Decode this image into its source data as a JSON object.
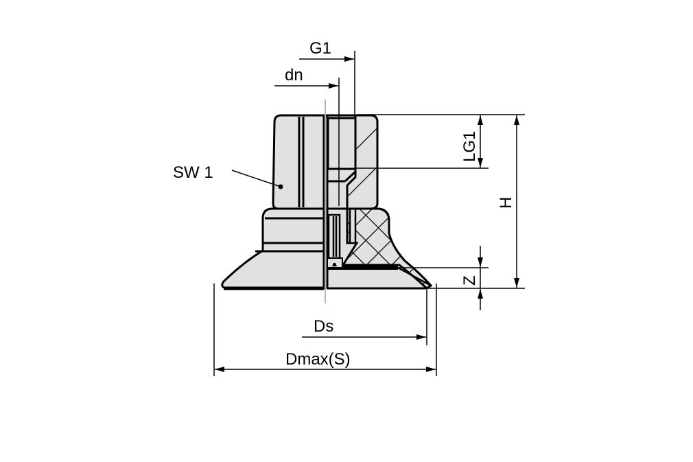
{
  "drawing": {
    "subject": "suction cup with female thread connection (cross-section)",
    "colors": {
      "part_fill": "#e1e1e1",
      "line": "#000000",
      "center_axis": "#b4b4b4",
      "background": "#ffffff"
    },
    "labels": {
      "g1": "G1",
      "dn": "dn",
      "sw1": "SW 1",
      "lg1": "LG1",
      "h": "H",
      "z": "Z",
      "ds": "Ds",
      "dmax": "Dmax(S)"
    }
  }
}
